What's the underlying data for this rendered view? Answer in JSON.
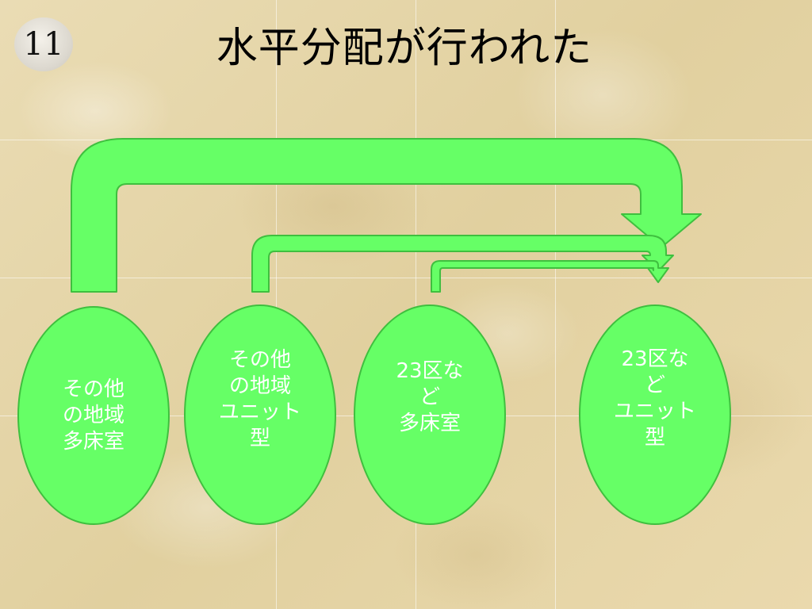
{
  "slide": {
    "number": "11",
    "title": "水平分配が行われた"
  },
  "colors": {
    "arrow_fill": "#66ff66",
    "arrow_stroke": "#3fbf3f",
    "node_fill": "#66ff66",
    "label_text": "#ffffff"
  },
  "nodes": [
    {
      "label": "その他\nの地域\n多床室"
    },
    {
      "label": "その他\nの地域\nユニット\n型"
    },
    {
      "label": "23区な\nど\n多床室"
    },
    {
      "label": "23区な\nど\nユニット\n型"
    }
  ],
  "arrows": [
    {
      "from": "その他の地域 多床室",
      "to": "23区など ユニット型"
    },
    {
      "from": "その他の地域 ユニット型",
      "to": "23区など ユニット型"
    },
    {
      "from": "23区など 多床室",
      "to": "23区など ユニット型"
    }
  ]
}
